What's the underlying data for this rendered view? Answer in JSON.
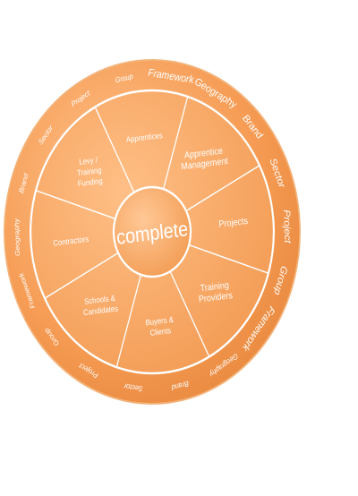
{
  "center_label": "complete",
  "segments": [
    {
      "label_lines": [
        "Apprentices"
      ]
    },
    {
      "label_lines": [
        "Apprentice",
        "Management"
      ]
    },
    {
      "label_lines": [
        "Projects"
      ]
    },
    {
      "label_lines": [
        "Training",
        "Providers"
      ]
    },
    {
      "label_lines": [
        "Buyers &",
        "Clients"
      ]
    },
    {
      "label_lines": [
        "Schools &",
        "Candidates"
      ]
    },
    {
      "label_lines": [
        "Contractors"
      ]
    },
    {
      "label_lines": [
        "Levy /",
        "Training",
        "Funding"
      ]
    }
  ],
  "ring_words": [
    "Group",
    "Framework",
    "Geography",
    "Brand",
    "Sector",
    "Project",
    "Group",
    "Framework",
    "Geography",
    "Brand",
    "Sector",
    "Project",
    "Group",
    "Framework",
    "Geography",
    "Brand",
    "Sector",
    "Project"
  ],
  "colors": {
    "outer_ring": "#f6a45f",
    "inner_disc": "#f5a560",
    "center": "#f7a862",
    "divider": "#ffffff",
    "text": "#ffffff",
    "shadow": "#c9c9c9"
  }
}
